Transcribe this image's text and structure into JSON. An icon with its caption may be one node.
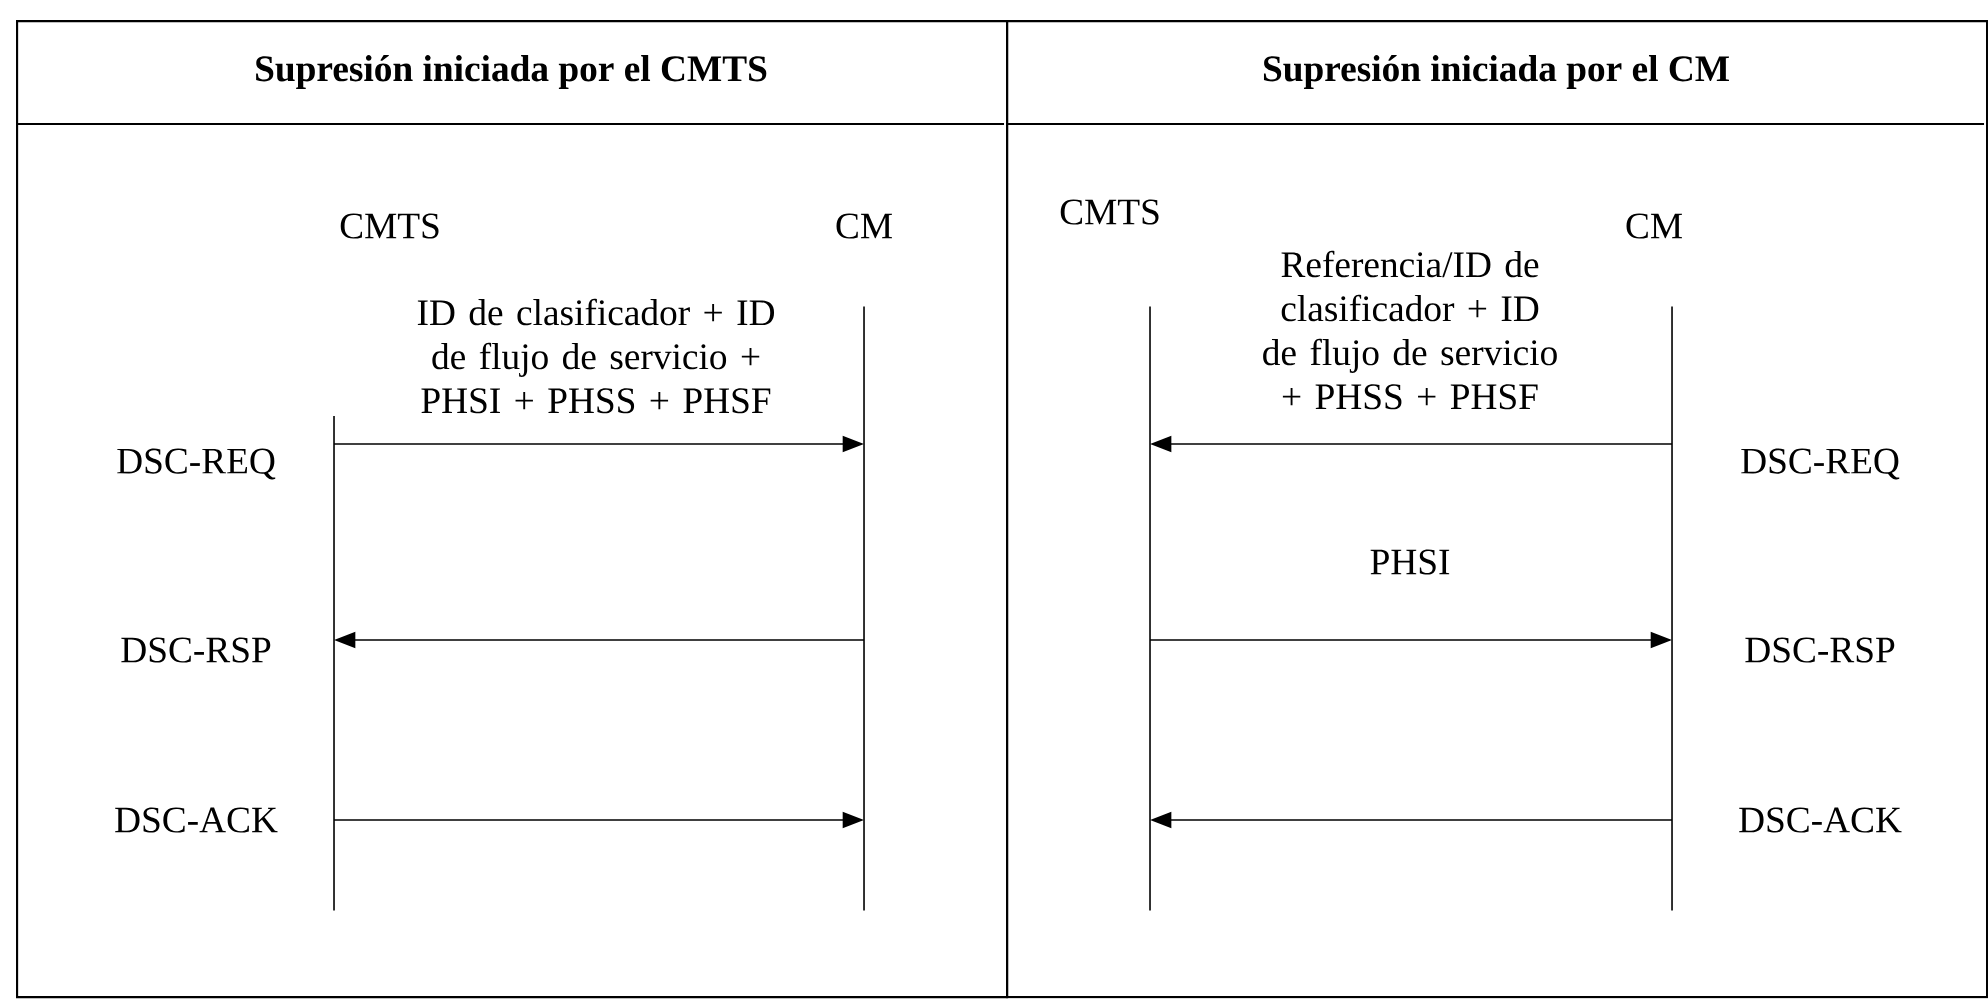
{
  "diagram": {
    "nodes": [
      {
        "text": [
          "Supresión iniciada por el CMTS"
        ]
      },
      {
        "text": [
          "CMTS"
        ],
        "in": 0
      },
      {
        "text": [
          "CM"
        ],
        "in": 0
      },
      {
        "text": [
          "Supresión iniciada por el CM"
        ]
      },
      {
        "text": [
          "CMTS"
        ],
        "in": 3
      },
      {
        "text": [
          "CM"
        ],
        "in": 3
      }
    ],
    "edges": [
      {
        "from": 1,
        "to": 2,
        "arrow": "to",
        "label": "ID de clasificador + ID de flujo de servicio + PHSI + PHSS + PHSF"
      },
      {
        "from": 2,
        "to": 1,
        "arrow": "to"
      },
      {
        "from": 1,
        "to": 2,
        "arrow": "to"
      },
      {
        "from": 5,
        "to": 4,
        "arrow": "to",
        "label": "Referencia/ID de clasificador + ID de flujo de servicio + PHSS + PHSF"
      },
      {
        "from": 4,
        "to": 5,
        "arrow": "to",
        "label": "PHSI"
      },
      {
        "from": 5,
        "to": 4,
        "arrow": "to"
      }
    ],
    "labels": [
      "DSC-REQ",
      "DSC-REQ",
      "DSC-RSP",
      "DSC-RSP",
      "DSC-ACK",
      "DSC-ACK"
    ]
  }
}
